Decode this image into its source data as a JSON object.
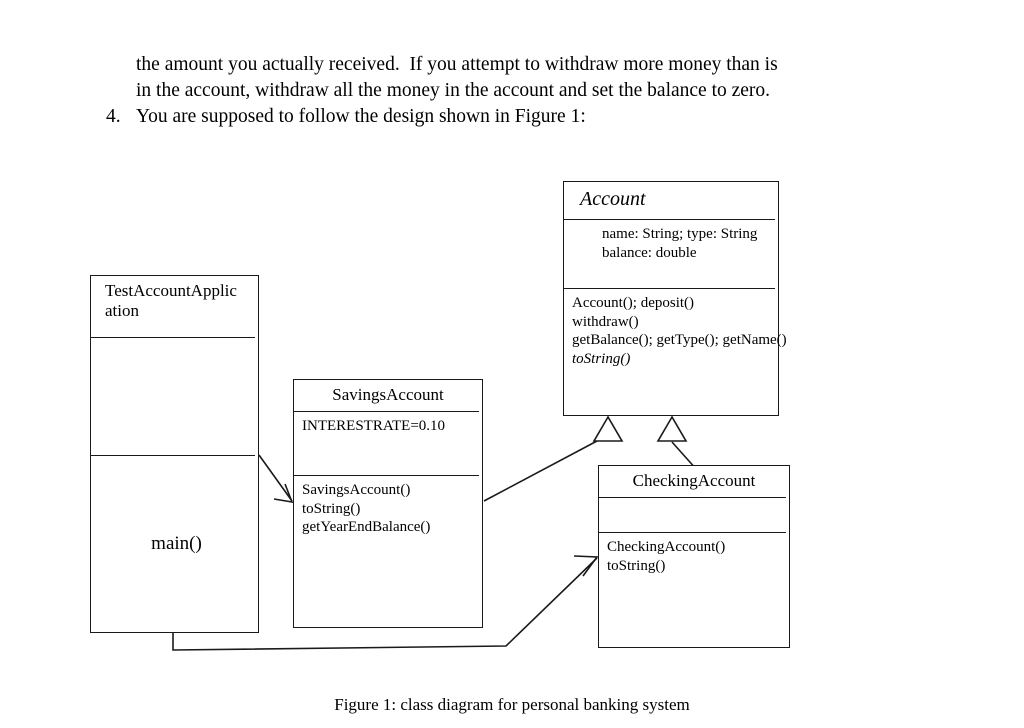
{
  "document": {
    "prose": {
      "line1": "the amount you actually received.  If you attempt to withdraw more money than is",
      "line2": "in the account, withdraw all the money in the account and set the balance to zero.",
      "item_number": "4.",
      "line3": "You are supposed to follow the design shown in Figure 1:"
    },
    "caption": "Figure 1: class diagram for personal banking system"
  },
  "diagram": {
    "type": "uml-class-diagram",
    "classes": [
      {
        "id": "test-account-application",
        "name": "TestAccountApplic\nation",
        "abstract": false,
        "name_align": "left",
        "attributes": [],
        "operations": [
          "main()"
        ],
        "operations_align": "center"
      },
      {
        "id": "savings-account",
        "name": "SavingsAccount",
        "abstract": false,
        "name_align": "center",
        "attributes": [
          "INTERESTRATE=0.10"
        ],
        "operations": [
          "SavingsAccount()",
          "toString()",
          "getYearEndBalance()"
        ],
        "operations_align": "left"
      },
      {
        "id": "account",
        "name": "Account",
        "abstract": true,
        "name_align": "left",
        "attributes": [
          "name: String; type: String",
          "balance: double"
        ],
        "operations": [
          "Account(); deposit()",
          "withdraw()",
          "getBalance(); getType(); getName()",
          "toString()"
        ],
        "abstract_operations": [
          "toString()"
        ],
        "operations_align": "left"
      },
      {
        "id": "checking-account",
        "name": "CheckingAccount",
        "abstract": false,
        "name_align": "center",
        "attributes": [],
        "operations": [
          "CheckingAccount()",
          "toString()"
        ],
        "operations_align": "left"
      }
    ],
    "relationships": [
      {
        "id": "savings-inherits-account",
        "kind": "generalization",
        "from": "savings-account",
        "to": "account",
        "marker": "hollow-triangle"
      },
      {
        "id": "checking-inherits-account",
        "kind": "generalization",
        "from": "checking-account",
        "to": "account",
        "marker": "hollow-triangle"
      },
      {
        "id": "test-uses-savings",
        "kind": "dependency",
        "from": "test-account-application",
        "to": "savings-account",
        "marker": "open-arrow"
      },
      {
        "id": "test-uses-checking",
        "kind": "dependency",
        "from": "test-account-application",
        "to": "checking-account",
        "marker": "open-arrow"
      }
    ],
    "colors": {
      "stroke": "#1a1a1a",
      "fill": "#ffffff",
      "text": "#000000"
    }
  }
}
